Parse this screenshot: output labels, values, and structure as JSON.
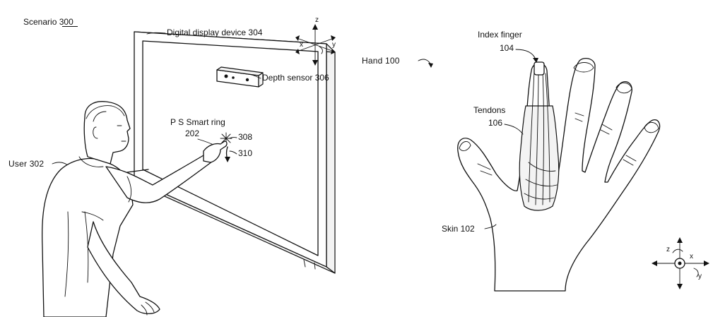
{
  "scenario": {
    "label": "Scenario",
    "number": "300",
    "display_device": "Digital display device 304",
    "depth_sensor": "Depth sensor 306",
    "smart_ring_prefix": "P S",
    "smart_ring": "Smart ring",
    "smart_ring_number": "202",
    "ref_308": "308",
    "ref_310": "310",
    "user_name": "User",
    "user_number": "302",
    "axes": {
      "z": "z",
      "x": "x",
      "y": "y"
    }
  },
  "hand": {
    "label_name": "Hand",
    "label_number": "100",
    "index_finger_line1": "Index finger",
    "index_finger_line2": "104",
    "tendons_line1": "Tendons",
    "tendons_line2": "106",
    "skin": "Skin 102",
    "axes": {
      "z": "z",
      "x": "x",
      "y": "y"
    }
  }
}
